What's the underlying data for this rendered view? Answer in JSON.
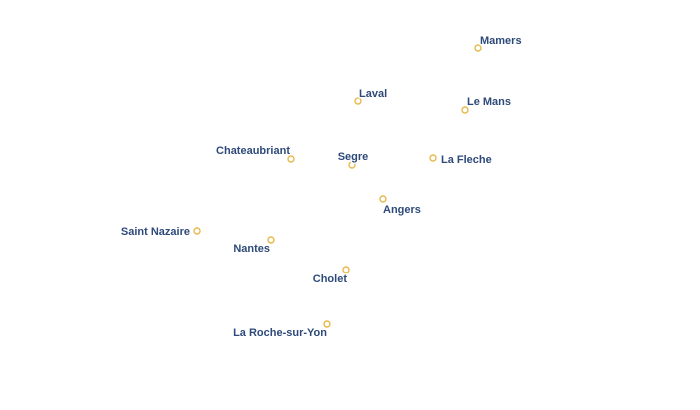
{
  "map": {
    "marker_color": "#e8b84a",
    "label_color": "#2e4a7a",
    "cities": [
      {
        "name": "Mamers"
      },
      {
        "name": "Laval"
      },
      {
        "name": "Le Mans"
      },
      {
        "name": "Chateaubriant"
      },
      {
        "name": "Segre"
      },
      {
        "name": "La Fleche"
      },
      {
        "name": "Angers"
      },
      {
        "name": "Saint Nazaire"
      },
      {
        "name": "Nantes"
      },
      {
        "name": "Cholet"
      },
      {
        "name": "La Roche-sur-Yon"
      }
    ]
  }
}
